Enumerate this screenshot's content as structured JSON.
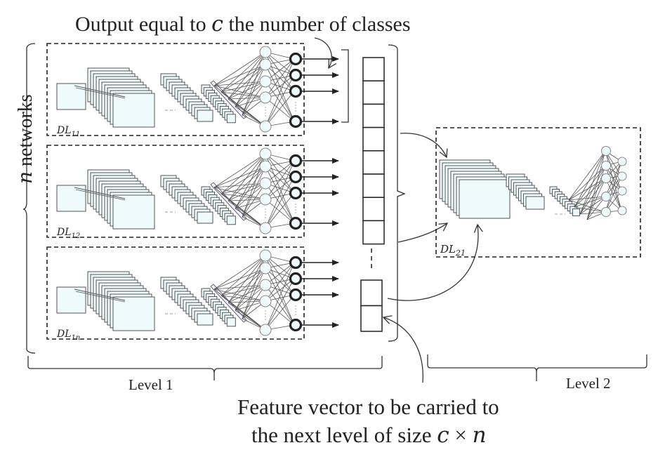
{
  "title": "Output equal to c the number of classes",
  "title_parts": {
    "pre": "Output equal to ",
    "var": "c",
    "post": " the number of classes"
  },
  "left_label": {
    "var": "n",
    "text": " networks"
  },
  "networks": [
    {
      "id": "DL11",
      "label_base": "DL",
      "label_sub": "11"
    },
    {
      "id": "DL12",
      "label_base": "DL",
      "label_sub": "12"
    },
    {
      "id": "DL1n",
      "label_base": "DL",
      "label_sub": "1n"
    }
  ],
  "level2_network": {
    "id": "DL21",
    "label_base": "DL",
    "label_sub": "21"
  },
  "feature_vector": {
    "upper_cells": 8,
    "lower_cells": 2
  },
  "levels": [
    {
      "label": "Level 1"
    },
    {
      "label": "Level 2"
    }
  ],
  "bottom_caption": {
    "line1": "Feature vector to be carried to",
    "line2_pre": "the next level of size ",
    "line2_var1": "c",
    "line2_op": " × ",
    "line2_var2": "n"
  },
  "colors": {
    "feature_map_fill": "#eefafb",
    "stroke": "#222222"
  }
}
